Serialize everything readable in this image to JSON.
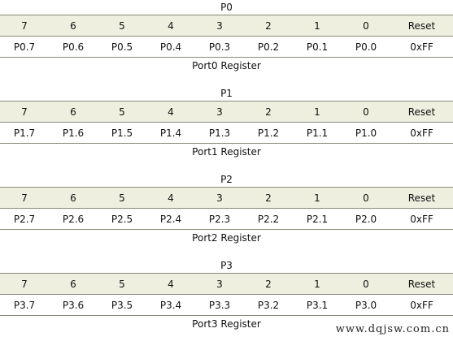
{
  "registers": [
    {
      "name": "P0",
      "bits": [
        "7",
        "6",
        "5",
        "4",
        "3",
        "2",
        "1",
        "0"
      ],
      "reset_header": "Reset",
      "pins": [
        "P0.7",
        "P0.6",
        "P0.5",
        "P0.4",
        "P0.3",
        "P0.2",
        "P0.1",
        "P0.0"
      ],
      "reset_value": "0xFF",
      "caption": "Port0 Register"
    },
    {
      "name": "P1",
      "bits": [
        "7",
        "6",
        "5",
        "4",
        "3",
        "2",
        "1",
        "0"
      ],
      "reset_header": "Reset",
      "pins": [
        "P1.7",
        "P1.6",
        "P1.5",
        "P1.4",
        "P1.3",
        "P1.2",
        "P1.1",
        "P1.0"
      ],
      "reset_value": "0xFF",
      "caption": "Port1 Register"
    },
    {
      "name": "P2",
      "bits": [
        "7",
        "6",
        "5",
        "4",
        "3",
        "2",
        "1",
        "0"
      ],
      "reset_header": "Reset",
      "pins": [
        "P2.7",
        "P2.6",
        "P2.5",
        "P2.4",
        "P2.3",
        "P2.2",
        "P2.1",
        "P2.0"
      ],
      "reset_value": "0xFF",
      "caption": "Port2 Register"
    },
    {
      "name": "P3",
      "bits": [
        "7",
        "6",
        "5",
        "4",
        "3",
        "2",
        "1",
        "0"
      ],
      "reset_header": "Reset",
      "pins": [
        "P3.7",
        "P3.6",
        "P3.5",
        "P3.4",
        "P3.3",
        "P3.2",
        "P3.1",
        "P3.0"
      ],
      "reset_value": "0xFF",
      "caption": "Port3 Register"
    }
  ],
  "watermark": "www.dqjsw.com.cn"
}
